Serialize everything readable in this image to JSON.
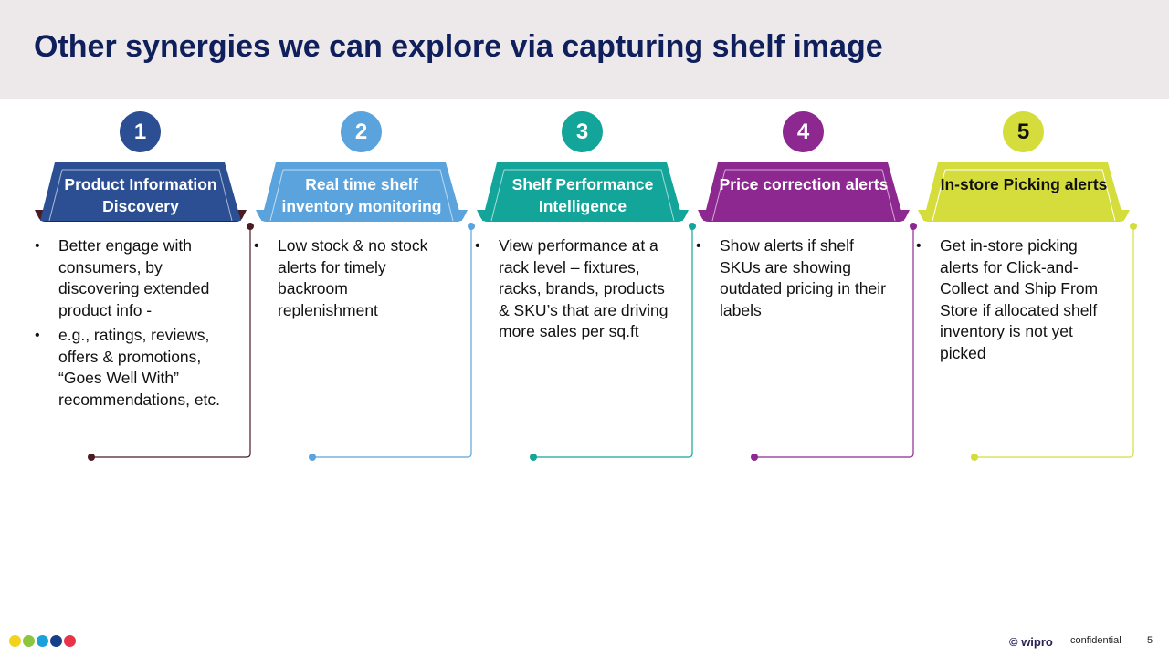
{
  "slide": {
    "title": "Other synergies we can explore via capturing shelf image",
    "footer": {
      "brand": "© wipro",
      "confidential": "confidential",
      "page_number": "5"
    }
  },
  "colors": {
    "header_bg": "#ede8e9",
    "title": "#0f1f5c",
    "footer_dots": [
      "#f2d21a",
      "#8cc63f",
      "#18a2d9",
      "#163f8a",
      "#e8334a"
    ]
  },
  "steps": [
    {
      "number": "1",
      "title": "Product Information Discovery",
      "color": "#2b4f92",
      "text_color": "#ffffff",
      "line_color": "#4a1c24",
      "bullets": [
        "Better engage with consumers, by discovering extended product info -",
        "e.g., ratings, reviews, offers & promotions, “Goes Well With” recommendations, etc."
      ]
    },
    {
      "number": "2",
      "title": "Real time shelf inventory monitoring",
      "color": "#5ba3dd",
      "text_color": "#ffffff",
      "line_color": "#5ba3dd",
      "bullets": [
        "Low stock & no stock alerts for timely backroom replenishment"
      ]
    },
    {
      "number": "3",
      "title": "Shelf Performance Intelligence",
      "color": "#14a59a",
      "text_color": "#ffffff",
      "line_color": "#14a59a",
      "bullets": [
        "View performance at a rack level – fixtures, racks, brands, products & SKU’s that are driving more sales per sq.ft"
      ]
    },
    {
      "number": "4",
      "title": "Price correction alerts",
      "color": "#8e2891",
      "text_color": "#ffffff",
      "line_color": "#8e2891",
      "bullets": [
        "Show alerts if shelf SKUs are showing outdated pricing in their labels"
      ]
    },
    {
      "number": "5",
      "title": "In-store Picking alerts",
      "color": "#d4dd3c",
      "text_color": "#111111",
      "line_color": "#d4dd3c",
      "bullets": [
        "Get in-store picking alerts for Click-and-Collect and Ship From Store if allocated shelf inventory is not yet picked"
      ]
    }
  ]
}
